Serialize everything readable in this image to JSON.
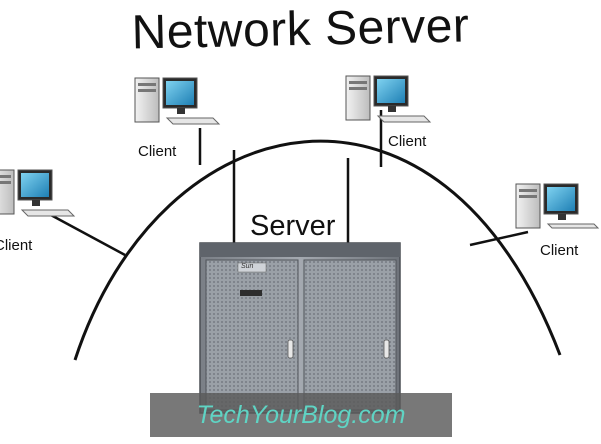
{
  "diagram": {
    "title": "Network Server",
    "server_label": "Server",
    "clients": [
      {
        "label": "Client"
      },
      {
        "label": "Client"
      },
      {
        "label": "Client"
      },
      {
        "label": "Client"
      }
    ],
    "server_brand": "Sun",
    "watermark": "TechYourBlog.com"
  },
  "colors": {
    "line": "#111111",
    "monitor_screen": "#3aa9d8",
    "watermark_text": "#5fd4c4",
    "server_body": "#8a8f96"
  },
  "icons": {
    "client": "desktop-computer-icon",
    "server": "rack-server-icon"
  }
}
